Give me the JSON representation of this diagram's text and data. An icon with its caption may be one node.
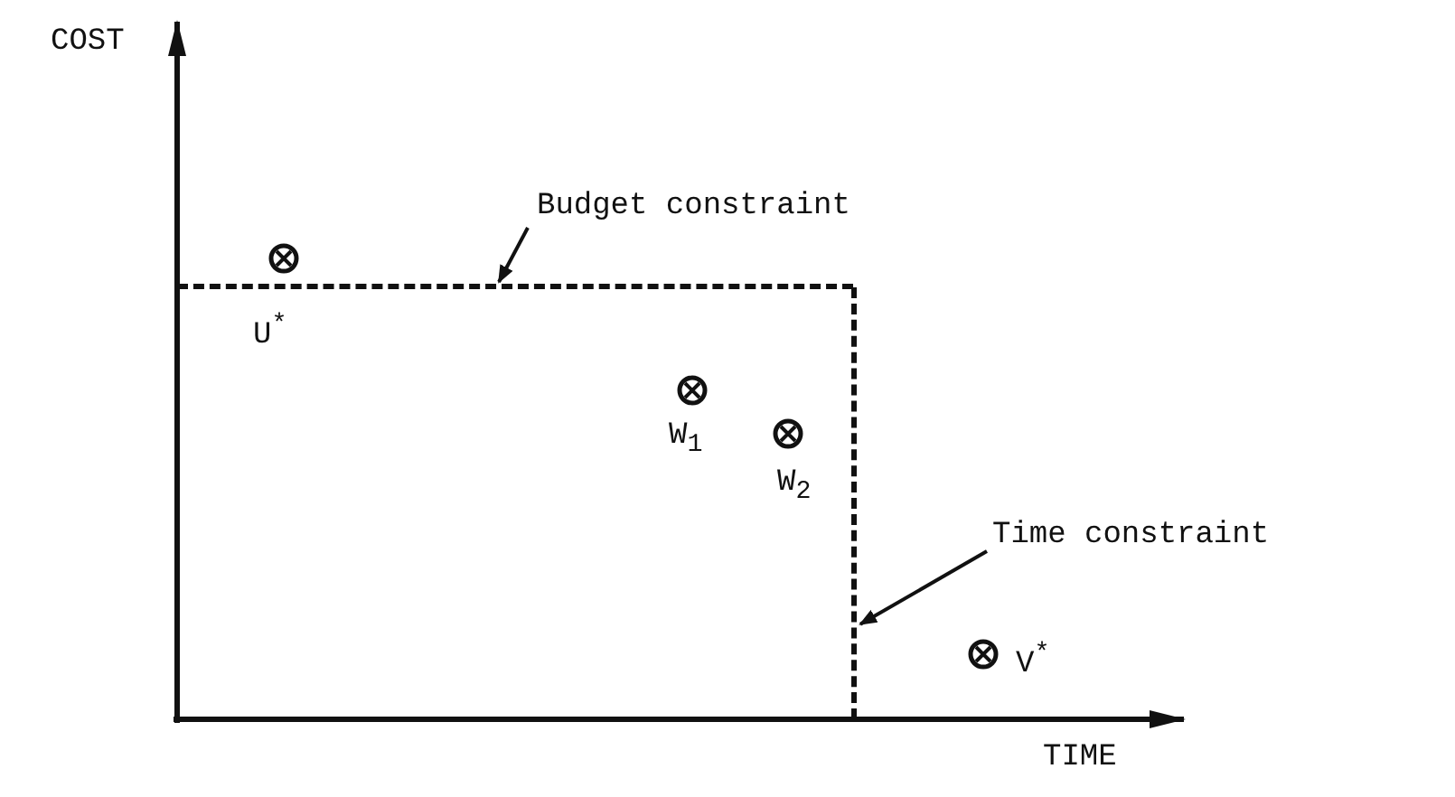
{
  "diagram": {
    "nodes": [
      {
        "text": [
          "Budget constraint"
        ]
      },
      {
        "text": [],
        "shape": "line"
      },
      {
        "text": [
          "Time constraint"
        ]
      },
      {
        "text": [],
        "shape": "line"
      }
    ],
    "edges": [
      {
        "from": 0,
        "to": 1,
        "arrow": "to"
      },
      {
        "from": 2,
        "to": 3,
        "arrow": "to"
      }
    ],
    "labels": [
      "COST",
      "U$^{*}$",
      "W$_{1}$",
      "W$_{2}$",
      "V$^{*}$",
      "TIME"
    ]
  }
}
